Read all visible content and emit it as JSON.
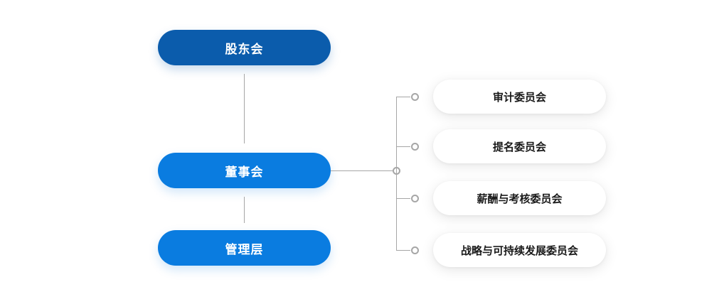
{
  "colors": {
    "primary_dark": "#0b5cac",
    "primary": "#0a7ce0",
    "connector": "#a6a6a6",
    "committee_text": "#1a1a1a",
    "node_text": "#ffffff",
    "page_bg": "#ffffff"
  },
  "org_chart": {
    "main_nodes": [
      {
        "id": "shareholders-meeting",
        "label": "股东会"
      },
      {
        "id": "board-of-directors",
        "label": "董事会"
      },
      {
        "id": "management",
        "label": "管理层"
      }
    ],
    "committees": [
      {
        "id": "audit",
        "label": "审计委员会"
      },
      {
        "id": "nomination",
        "label": "提名委员会"
      },
      {
        "id": "remuneration-assessment",
        "label": "薪酬与考核委员会"
      },
      {
        "id": "strategy-sustainability",
        "label": "战略与可持续发展委员会"
      }
    ]
  }
}
